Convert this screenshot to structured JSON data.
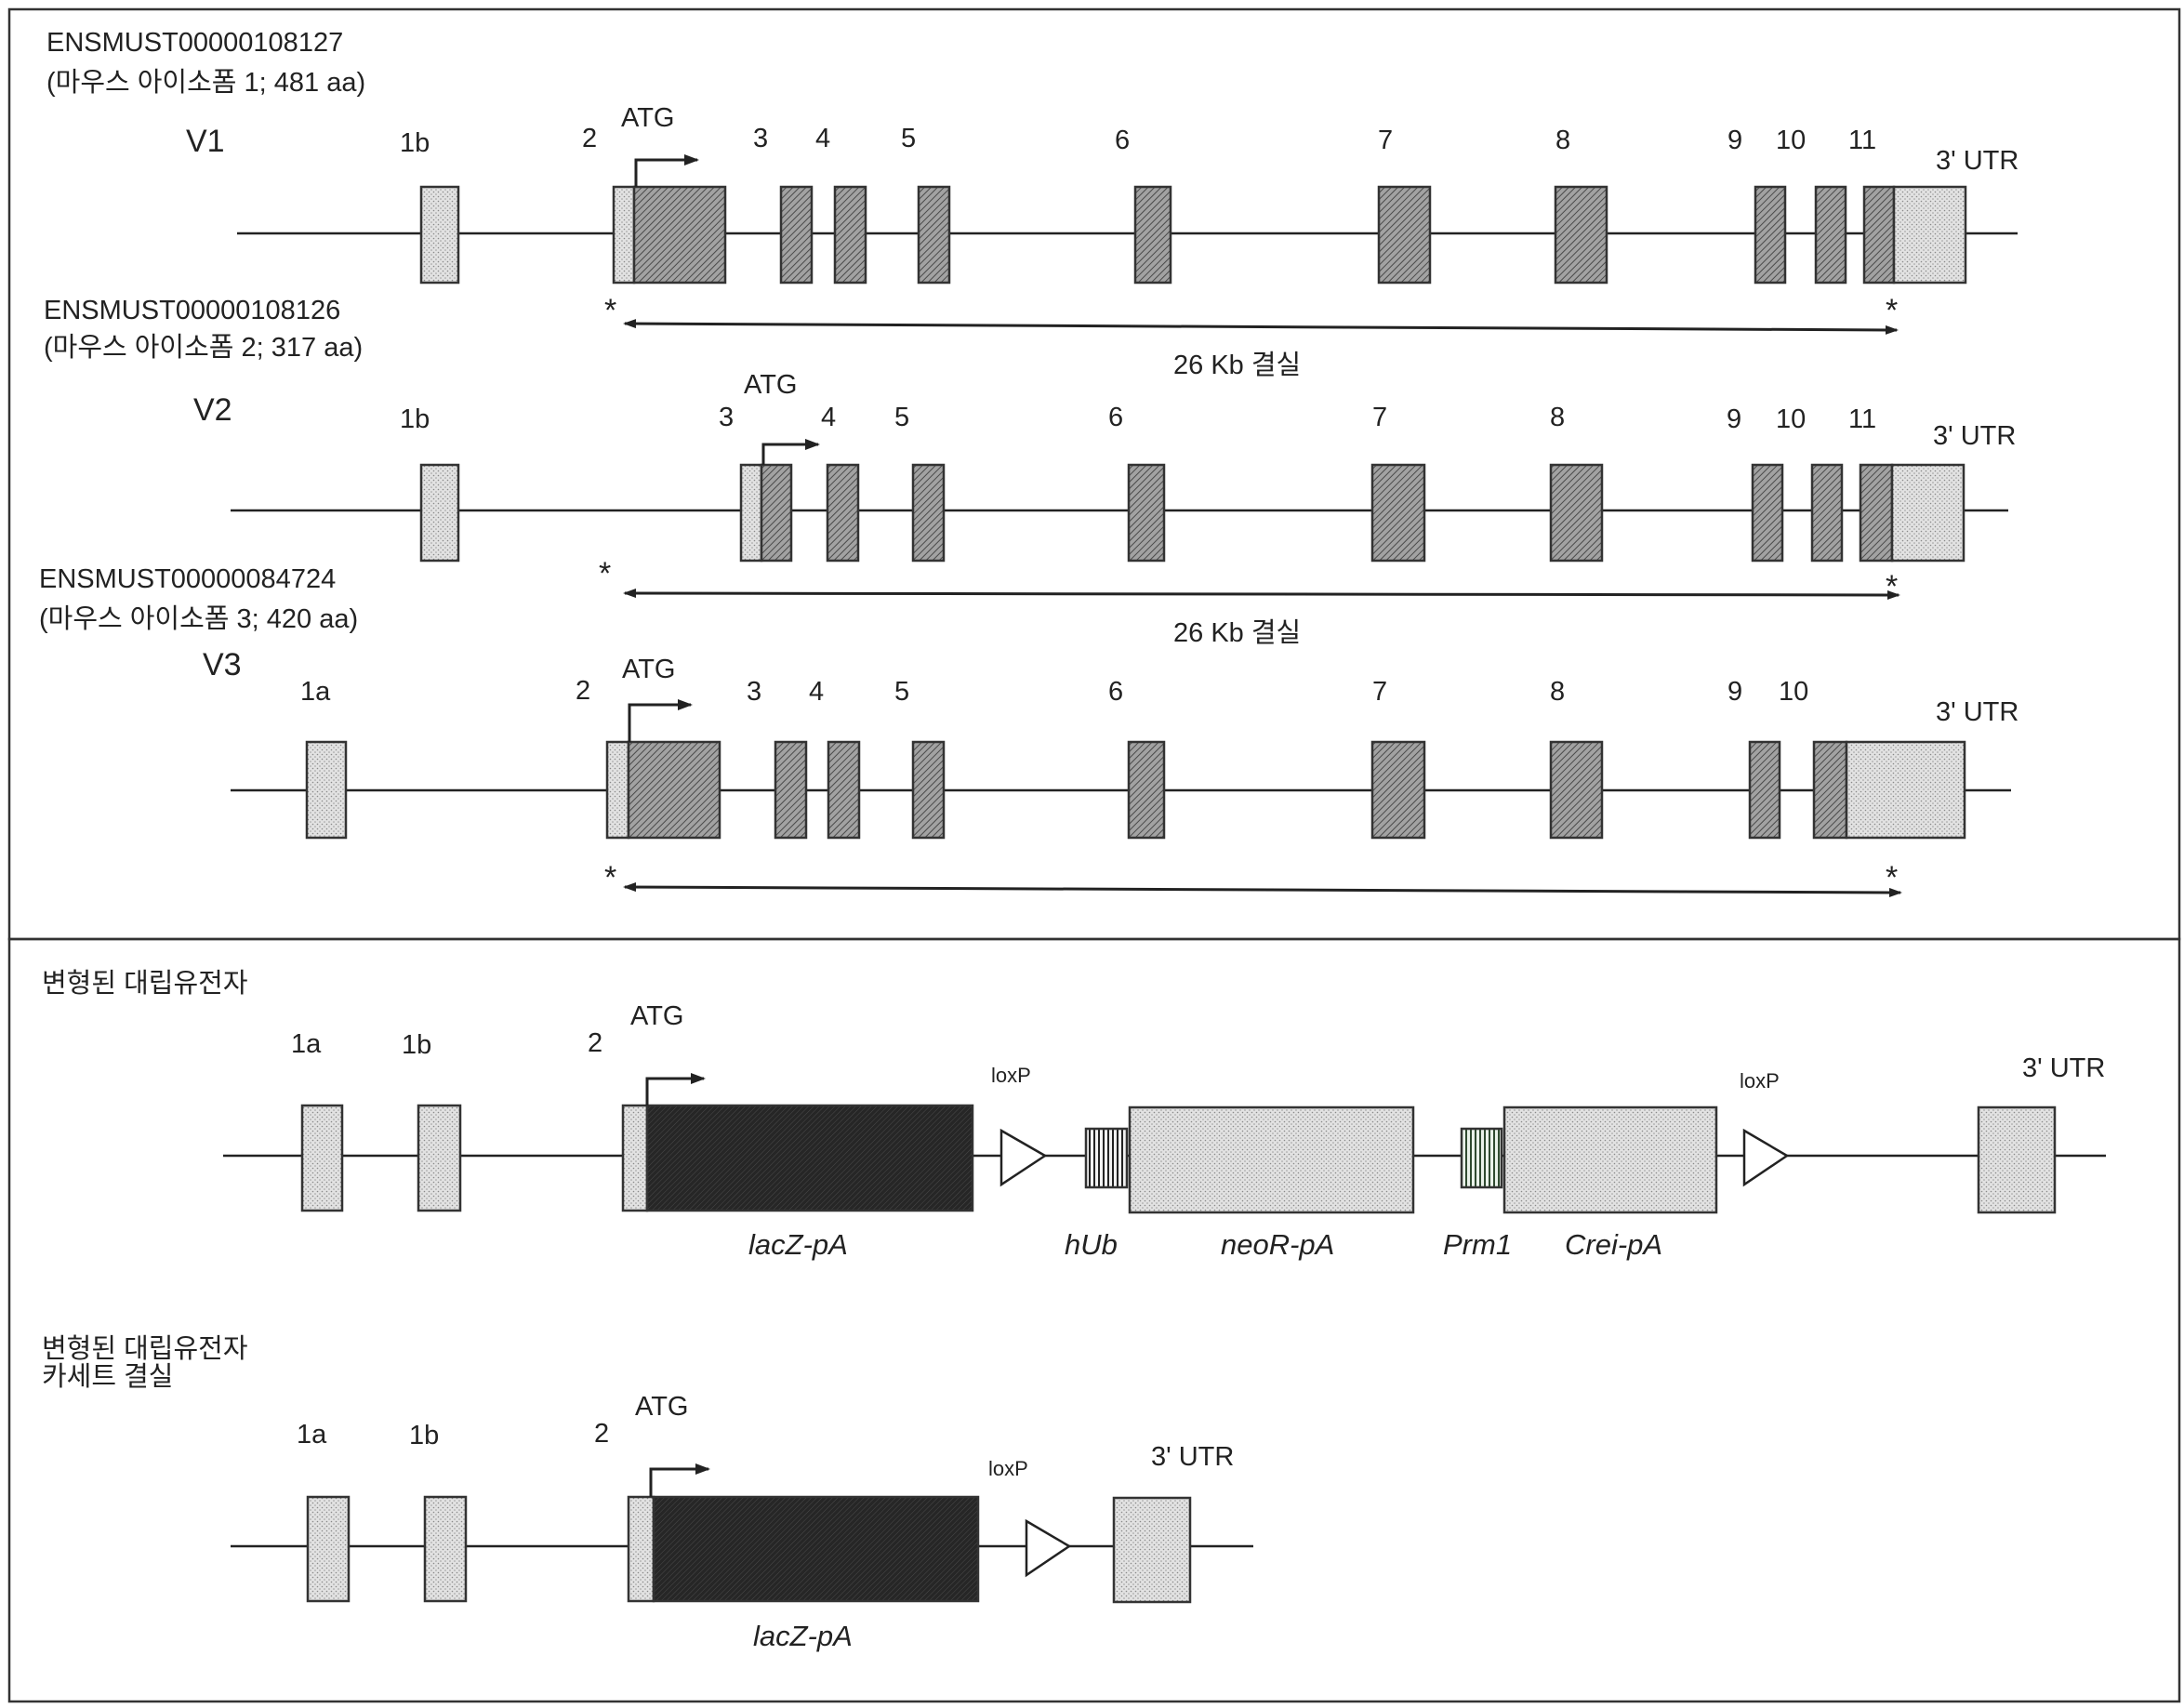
{
  "colors": {
    "untranslated_exon": "#e4e4e4",
    "coding_exon": "#8c8c8c",
    "lacz_block": "#262626",
    "cassette_box": "#dcdcdc",
    "line": "#222222"
  },
  "transcripts": [
    {
      "id": "ENSMUST00000108127",
      "desc": "(마우스 아이소폼 1; 481 aa)",
      "tag": "V1",
      "exons": [
        "1b",
        "2",
        "3",
        "4",
        "5",
        "6",
        "7",
        "8",
        "9",
        "10",
        "11"
      ],
      "start_codon": "ATG",
      "utr": "3' UTR",
      "deletion": "26 Kb 결실",
      "star": "*"
    },
    {
      "id": "ENSMUST00000108126",
      "desc": "(마우스 아이소폼 2; 317 aa)",
      "tag": "V2",
      "exons": [
        "1b",
        "3",
        "4",
        "5",
        "6",
        "7",
        "8",
        "9",
        "10",
        "11"
      ],
      "start_codon": "ATG",
      "utr": "3' UTR",
      "deletion": "26 Kb 결실",
      "star": "*"
    },
    {
      "id": "ENSMUST00000084724",
      "desc": "(마우스 아이소폼 3; 420 aa)",
      "tag": "V3",
      "exons": [
        "1a",
        "2",
        "3",
        "4",
        "5",
        "6",
        "7",
        "8",
        "9",
        "10"
      ],
      "start_codon": "ATG",
      "utr": "3' UTR",
      "star": "*"
    }
  ],
  "modified": {
    "title": "변형된 대립유전자",
    "exons": [
      "1a",
      "1b",
      "2"
    ],
    "start_codon": "ATG",
    "loxp": "loxP",
    "utr": "3' UTR",
    "elements": [
      "lacZ-pA",
      "hUb",
      "neoR-pA",
      "Prm1",
      "Crei-pA"
    ]
  },
  "deleted": {
    "title_line1": "변형된 대립유전자",
    "title_line2": "카세트 결실",
    "exons": [
      "1a",
      "1b",
      "2"
    ],
    "start_codon": "ATG",
    "loxp": "loxP",
    "utr": "3' UTR",
    "elements": [
      "lacZ-pA"
    ]
  }
}
